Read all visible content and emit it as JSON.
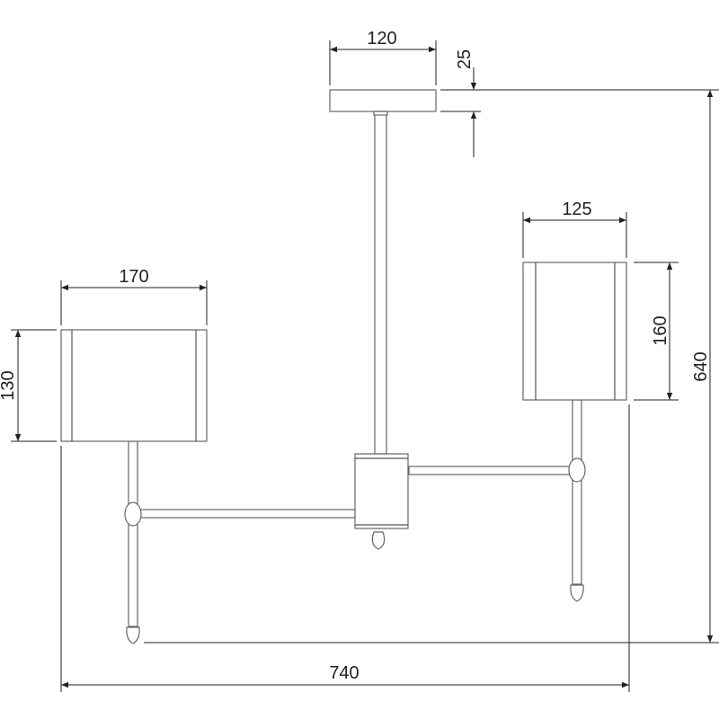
{
  "dimensions": {
    "canopy_width": "120",
    "canopy_height": "25",
    "right_shade_width": "125",
    "right_shade_height": "160",
    "total_height": "640",
    "left_shade_width": "170",
    "left_shade_height": "130",
    "total_width": "740"
  }
}
